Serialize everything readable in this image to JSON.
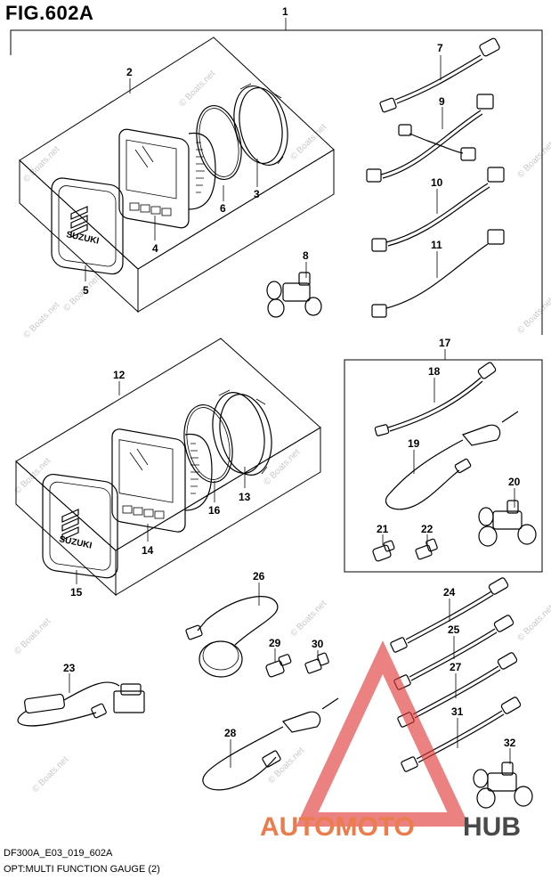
{
  "figure": {
    "title": "FIG.602A",
    "code": "DF300A_E03_019_602A",
    "caption": "OPT:MULTI FUNCTION GAUGE (2)"
  },
  "callouts": [
    "1",
    "2",
    "3",
    "4",
    "5",
    "6",
    "7",
    "8",
    "9",
    "10",
    "11",
    "12",
    "13",
    "14",
    "15",
    "16",
    "17",
    "18",
    "19",
    "20",
    "21",
    "22",
    "23",
    "24",
    "25",
    "26",
    "27",
    "28",
    "29",
    "30",
    "31",
    "32"
  ],
  "watermark": {
    "text": "© Boats.net"
  },
  "brand": {
    "auto_text": "AUTOMOTO",
    "hub_text": "HUB",
    "accent": "#e8662c",
    "triangle_color": "#e03a3a"
  },
  "gauge": {
    "logo_text": "SUZUKI"
  }
}
